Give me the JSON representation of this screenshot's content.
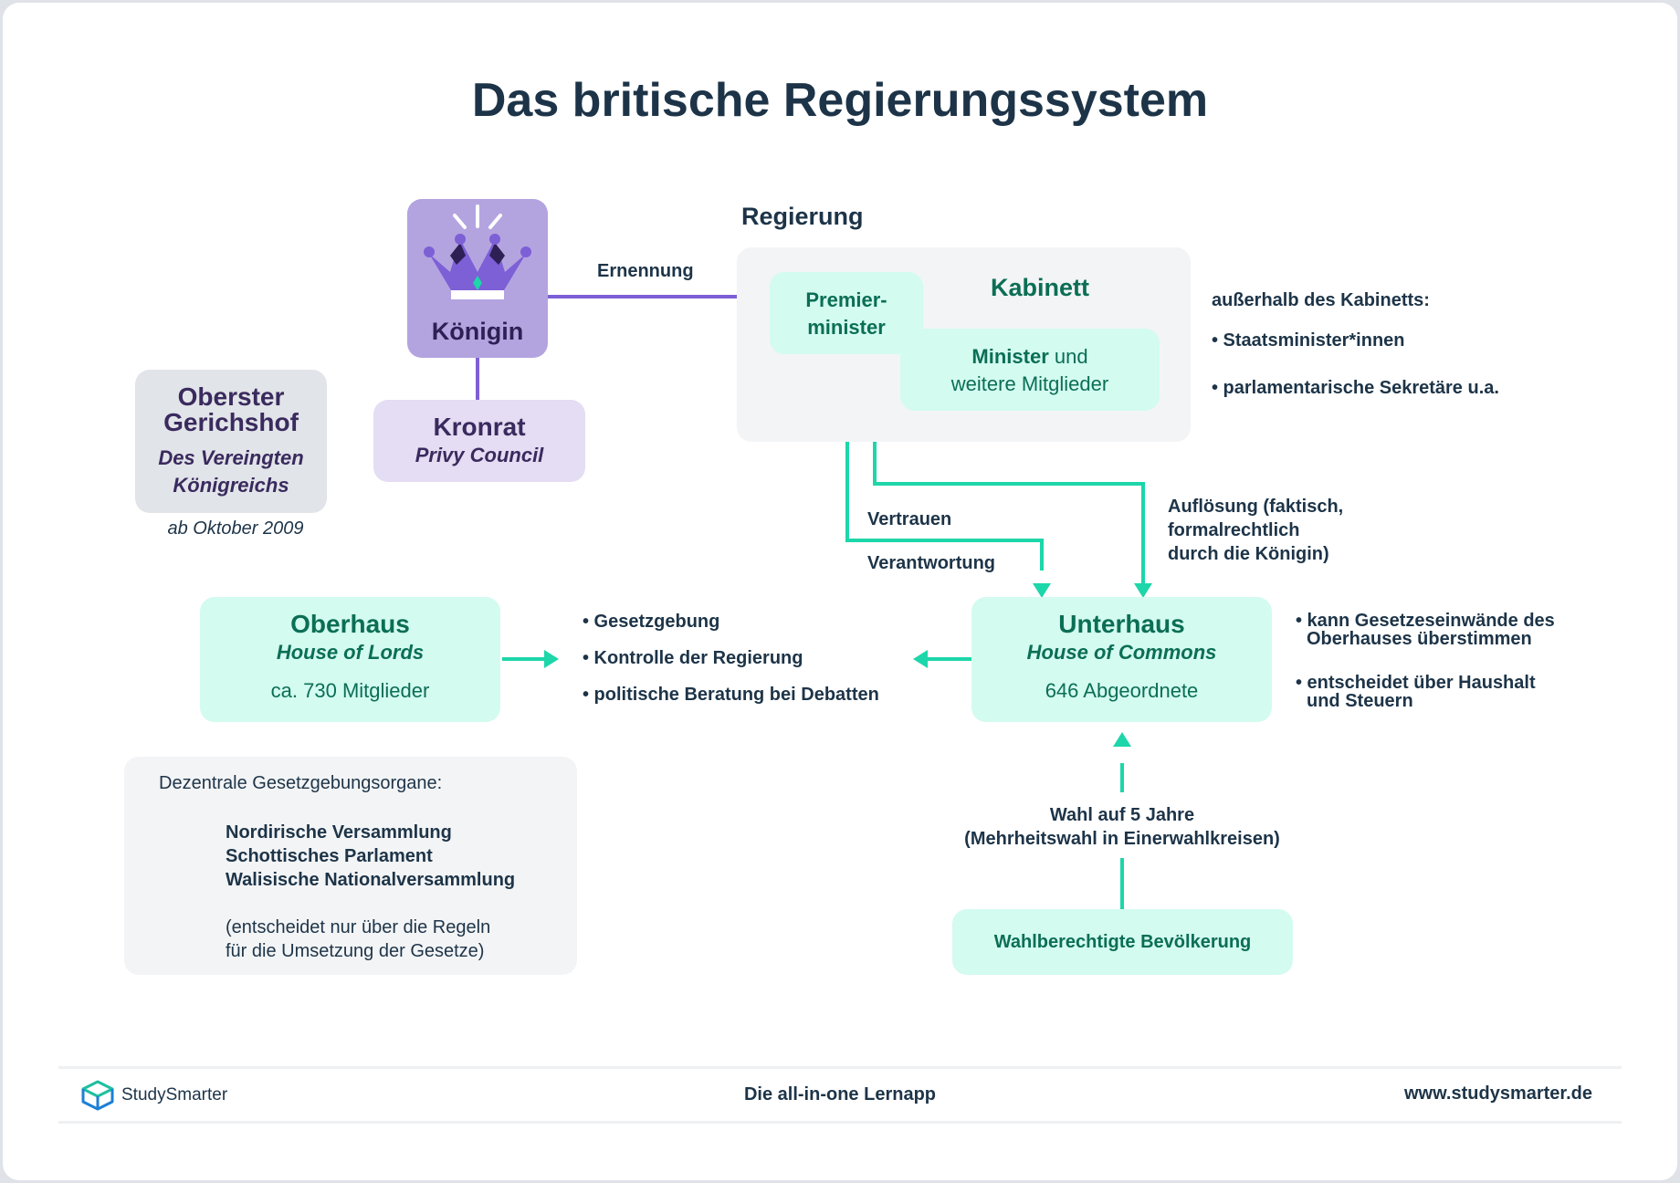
{
  "title": "Das britische Regierungssystem",
  "colors": {
    "teal": "#1dd6a9",
    "purple": "#7d5fd6",
    "mint_bg": "#d3fbf0",
    "purple_bg": "#b3a4e0"
  },
  "queen": {
    "label": "Königin",
    "icon": "crown-icon"
  },
  "kronrat": {
    "title": "Kronrat",
    "subtitle": "Privy Council"
  },
  "court": {
    "title": "Oberster Gerichshof",
    "subtitle": "Des Vereingten Königreichs",
    "note": "ab Oktober 2009"
  },
  "government": {
    "heading": "Regierung",
    "cabinet_title": "Kabinett",
    "pm_line1": "Premier-",
    "pm_line2": "minister",
    "ministers_bold": "Minister",
    "ministers_rest": " und",
    "ministers_line2": "weitere Mitglieder"
  },
  "outside_cabinet": {
    "heading": "außerhalb des Kabinetts:",
    "items": [
      "• Staatsminister*innen",
      "• parlamentarische Sekretäre u.a."
    ]
  },
  "arrows": {
    "ernennung": "Ernennung",
    "vertrauen": "Vertrauen",
    "verantwortung": "Verantwortung",
    "aufloesung_1": "Auflösung (faktisch,",
    "aufloesung_2": "formalrechtlich",
    "aufloesung_3": "durch die Königin)",
    "wahl_1": "Wahl auf 5 Jahre",
    "wahl_2": "(Mehrheitswahl in Einerwahlkreisen)"
  },
  "oberhaus": {
    "title": "Oberhaus",
    "subtitle": "House of Lords",
    "members": "ca. 730 Mitglieder"
  },
  "unterhaus": {
    "title": "Unterhaus",
    "subtitle": "House of Commons",
    "members": "646 Abgeordnete"
  },
  "functions": [
    "• Gesetzgebung",
    "• Kontrolle der Regierung",
    "• politische Beratung bei Debatten"
  ],
  "unterhaus_powers": [
    {
      "l1": "• kann Gesetzeseinwände des",
      "l2": "Oberhauses überstimmen"
    },
    {
      "l1": "• entscheidet über Haushalt",
      "l2": "und Steuern"
    }
  ],
  "voters": "Wahlberechtigte Bevölkerung",
  "decentral": {
    "heading": "Dezentrale Gesetzgebungsorgane:",
    "bodies": [
      "Nordirische Versammlung",
      "Schottisches Parlament",
      "Walisische Nationalversammlung"
    ],
    "note_1": "(entscheidet nur über die Regeln",
    "note_2": "für die Umsetzung der Gesetze)"
  },
  "footer": {
    "brand": "StudySmarter",
    "tagline": "Die all-in-one Lernapp",
    "url": "www.studysmarter.de",
    "logo_icon": "box-logo-icon"
  }
}
